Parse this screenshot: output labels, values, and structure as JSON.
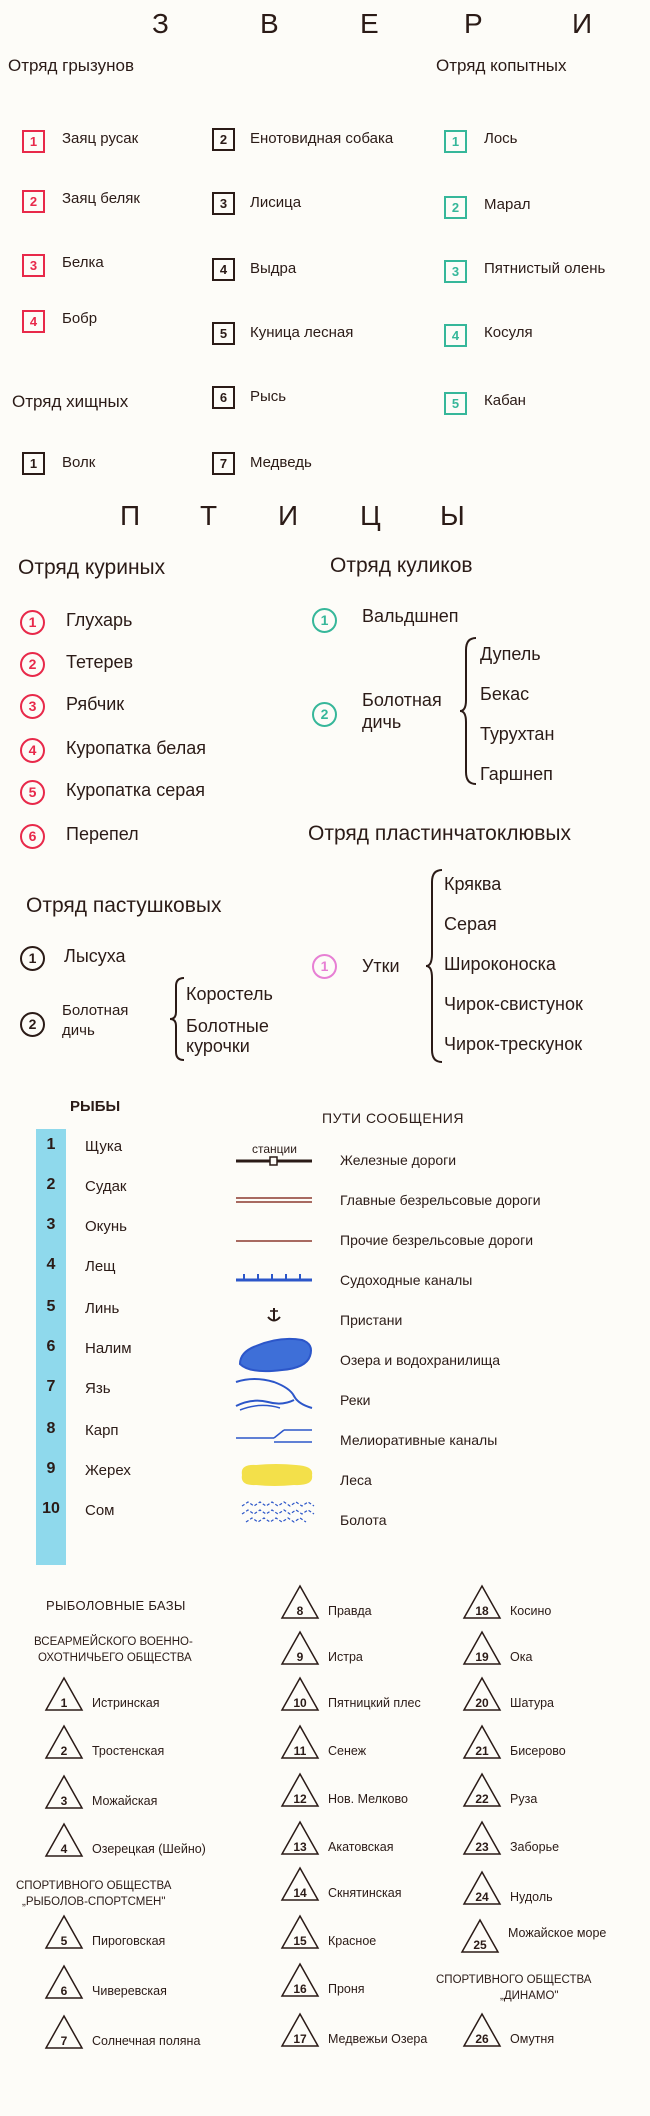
{
  "animals": {
    "title_letters": [
      "З",
      "В",
      "Е",
      "Р",
      "И"
    ],
    "rodents": {
      "title": "Отряд грызунов",
      "items": [
        {
          "num": "1",
          "name": "Заяц русак"
        },
        {
          "num": "2",
          "name": "Заяц беляк"
        },
        {
          "num": "3",
          "name": "Белка"
        },
        {
          "num": "4",
          "name": "Бобр"
        }
      ]
    },
    "predators": {
      "title": "Отряд хищных",
      "items": [
        {
          "num": "1",
          "name": "Волк"
        },
        {
          "num": "2",
          "name": "Енотовидная собака"
        },
        {
          "num": "3",
          "name": "Лисица"
        },
        {
          "num": "4",
          "name": "Выдра"
        },
        {
          "num": "5",
          "name": "Куница лесная"
        },
        {
          "num": "6",
          "name": "Рысь"
        },
        {
          "num": "7",
          "name": "Медведь"
        }
      ]
    },
    "ungulates": {
      "title": "Отряд копытных",
      "items": [
        {
          "num": "1",
          "name": "Лось"
        },
        {
          "num": "2",
          "name": "Марал"
        },
        {
          "num": "3",
          "name": "Пятнистый олень"
        },
        {
          "num": "4",
          "name": "Косуля"
        },
        {
          "num": "5",
          "name": "Кабан"
        }
      ]
    }
  },
  "birds": {
    "title_letters": [
      "П",
      "Т",
      "И",
      "Ц",
      "Ы"
    ],
    "galliformes": {
      "title": "Отряд куриных",
      "items": [
        {
          "num": "1",
          "name": "Глухарь"
        },
        {
          "num": "2",
          "name": "Тетерев"
        },
        {
          "num": "3",
          "name": "Рябчик"
        },
        {
          "num": "4",
          "name": "Куропатка белая"
        },
        {
          "num": "5",
          "name": "Куропатка серая"
        },
        {
          "num": "6",
          "name": "Перепел"
        }
      ]
    },
    "waders": {
      "title": "Отряд куликов",
      "items": [
        {
          "num": "1",
          "name": "Вальдшнеп"
        },
        {
          "num": "2",
          "name_line1": "Болотная",
          "name_line2": "дичь",
          "sub": [
            "Дупель",
            "Бекас",
            "Турухтан",
            "Гаршнеп"
          ]
        }
      ]
    },
    "anseriformes": {
      "title": "Отряд пластинчатоклювых",
      "items": [
        {
          "num": "1",
          "name": "Утки",
          "sub": [
            "Кряква",
            "Серая",
            "Широконоска",
            "Чирок-свистунок",
            "Чирок-трескунок"
          ]
        }
      ]
    },
    "rails": {
      "title": "Отряд пастушковых",
      "items": [
        {
          "num": "1",
          "name": "Лысуха"
        },
        {
          "num": "2",
          "name_line1": "Болотная",
          "name_line2": "дичь",
          "sub": [
            "Коростель",
            "Болотные",
            "курочки"
          ]
        }
      ]
    }
  },
  "fish": {
    "title": "РЫБЫ",
    "items": [
      {
        "num": "1",
        "name": "Щука"
      },
      {
        "num": "2",
        "name": "Судак"
      },
      {
        "num": "3",
        "name": "Окунь"
      },
      {
        "num": "4",
        "name": "Лещ"
      },
      {
        "num": "5",
        "name": "Линь"
      },
      {
        "num": "6",
        "name": "Налим"
      },
      {
        "num": "7",
        "name": "Язь"
      },
      {
        "num": "8",
        "name": "Карп"
      },
      {
        "num": "9",
        "name": "Жерех"
      },
      {
        "num": "10",
        "name": "Сом"
      }
    ]
  },
  "routes": {
    "title": "ПУТИ СООБЩЕНИЯ",
    "station_label": "станции",
    "items": [
      {
        "icon": "railway-icon",
        "label": "Железные дороги"
      },
      {
        "icon": "main-road-icon",
        "label": "Главные безрельсовые дороги"
      },
      {
        "icon": "other-road-icon",
        "label": "Прочие безрельсовые дороги"
      },
      {
        "icon": "canal-icon",
        "label": "Судоходные каналы"
      },
      {
        "icon": "anchor-icon",
        "label": "Пристани"
      },
      {
        "icon": "lake-icon",
        "label": "Озера и водохранилища"
      },
      {
        "icon": "river-icon",
        "label": "Реки"
      },
      {
        "icon": "ditch-icon",
        "label": "Мелиоративные каналы"
      },
      {
        "icon": "forest-icon",
        "label": "Леса"
      },
      {
        "icon": "swamp-icon",
        "label": "Болота"
      }
    ],
    "colors": {
      "road": "#8b3a2f",
      "water": "#2c56c9",
      "lake": "#3e6fd8",
      "forest": "#f3e04a"
    }
  },
  "fishing_bases": {
    "title": "РЫБОЛОВНЫЕ БАЗЫ",
    "group1": {
      "title_line1": "ВСЕАРМЕЙСКОГО ВОЕННО-",
      "title_line2": "ОХОТНИЧЬЕГО ОБЩЕСТВА",
      "items": [
        {
          "num": "1",
          "name": "Истринская"
        },
        {
          "num": "2",
          "name": "Тростенская"
        },
        {
          "num": "3",
          "name": "Можайская"
        },
        {
          "num": "4",
          "name": "Озерецкая (Шейно)"
        }
      ]
    },
    "group2": {
      "title_line1": "СПОРТИВНОГО ОБЩЕСТВА",
      "title_line2": "„РЫБОЛОВ-СПОРТСМЕН\"",
      "items": [
        {
          "num": "5",
          "name": "Пироговская"
        },
        {
          "num": "6",
          "name": "Чиверевская"
        },
        {
          "num": "7",
          "name": "Солнечная поляна"
        }
      ]
    },
    "column2": [
      {
        "num": "8",
        "name": "Правда"
      },
      {
        "num": "9",
        "name": "Истра"
      },
      {
        "num": "10",
        "name": "Пятницкий плес"
      },
      {
        "num": "11",
        "name": "Сенеж"
      },
      {
        "num": "12",
        "name": "Нов. Мелково"
      },
      {
        "num": "13",
        "name": "Акатовская"
      },
      {
        "num": "14",
        "name": "Скнятинская"
      },
      {
        "num": "15",
        "name": "Красное"
      },
      {
        "num": "16",
        "name": "Проня"
      },
      {
        "num": "17",
        "name": "Медвежьи Озера"
      }
    ],
    "column3": [
      {
        "num": "18",
        "name": "Косино"
      },
      {
        "num": "19",
        "name": "Ока"
      },
      {
        "num": "20",
        "name": "Шатура"
      },
      {
        "num": "21",
        "name": "Бисерово"
      },
      {
        "num": "22",
        "name": "Руза"
      },
      {
        "num": "23",
        "name": "Заборье"
      },
      {
        "num": "24",
        "name": "Нудоль"
      },
      {
        "num": "25",
        "name": "Можайское море"
      }
    ],
    "group3": {
      "title_line1": "СПОРТИВНОГО ОБЩЕСТВА",
      "title_line2": "„ДИНАМО\"",
      "items": [
        {
          "num": "26",
          "name": "Омутня"
        }
      ]
    }
  }
}
